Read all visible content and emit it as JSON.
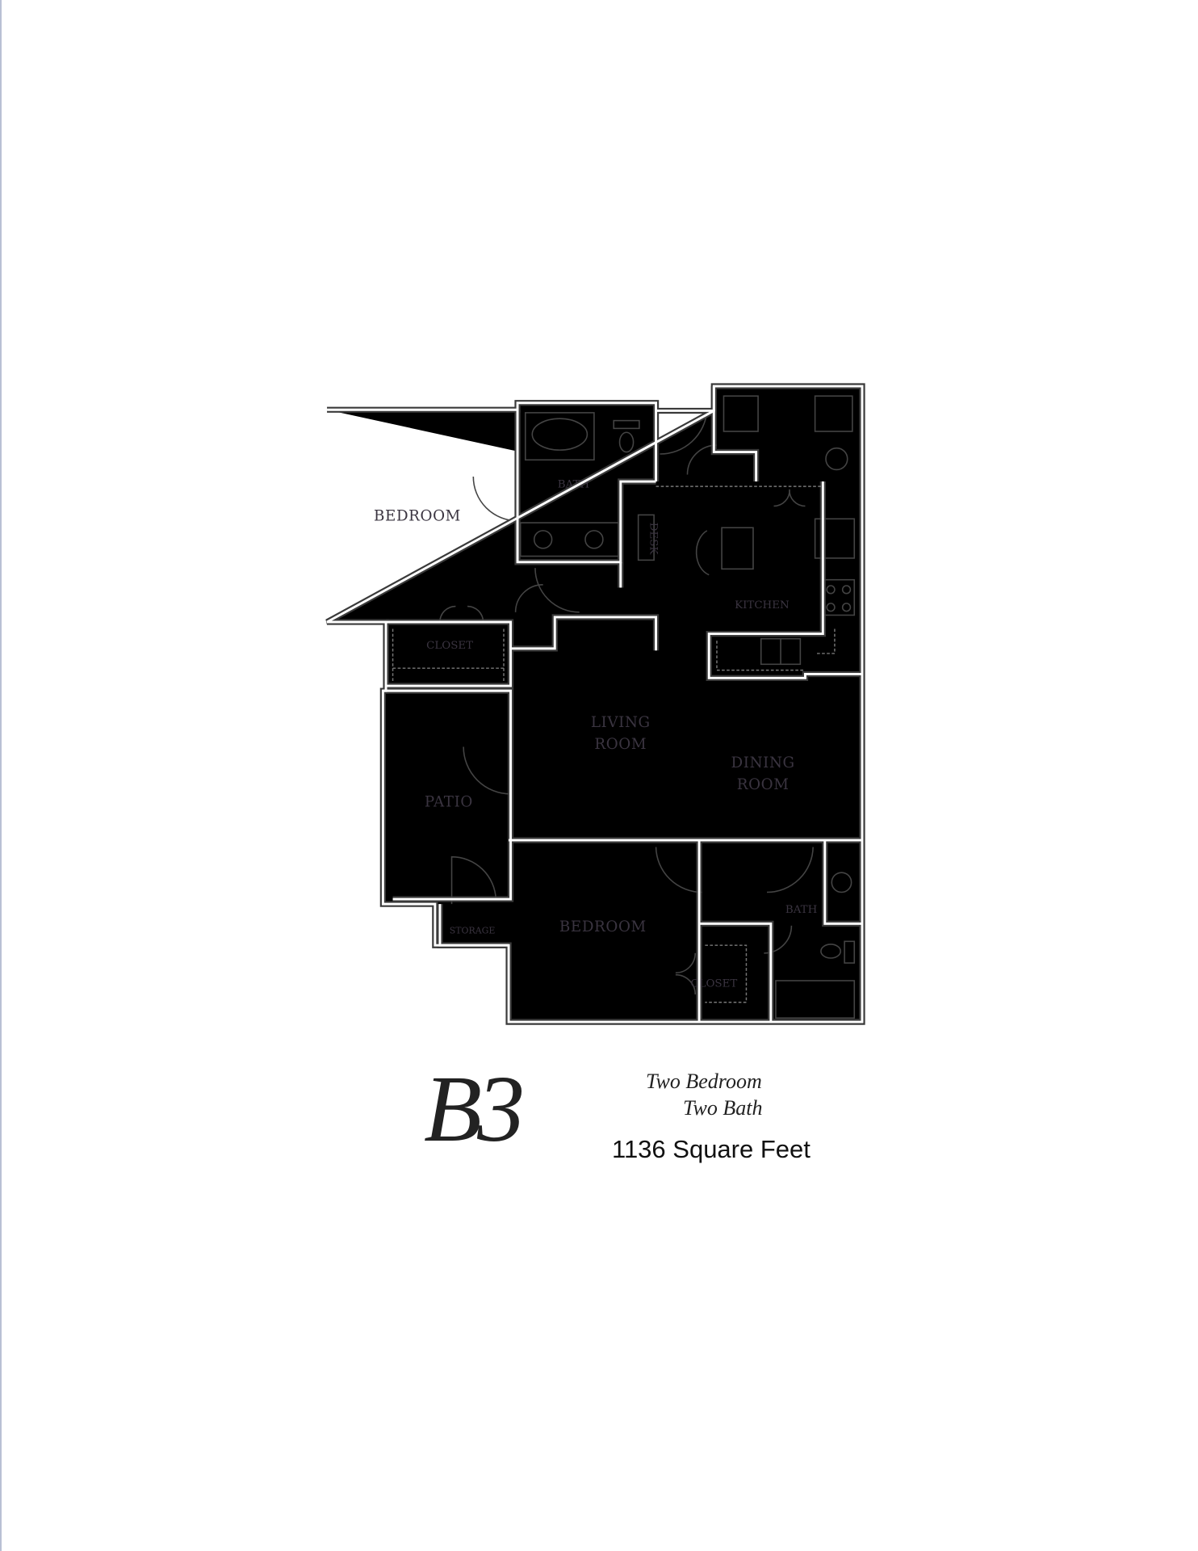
{
  "plan": {
    "unit_name": "B3",
    "bedrooms_label": "Two Bedroom",
    "baths_label": "Two Bath",
    "area_label": "1136 Square Feet"
  },
  "rooms": {
    "bedroom_1": "BEDROOM",
    "bath_1": "BATH",
    "desk": "DESK",
    "kitchen": "KITCHEN",
    "closet_1": "CLOSET",
    "living_1": "LIVING",
    "living_2": "ROOM",
    "dining_1": "DINING",
    "dining_2": "ROOM",
    "patio": "PATIO",
    "storage": "STORAGE",
    "bedroom_2": "BEDROOM",
    "bath_2": "BATH",
    "closet_2": "CLOSET"
  }
}
